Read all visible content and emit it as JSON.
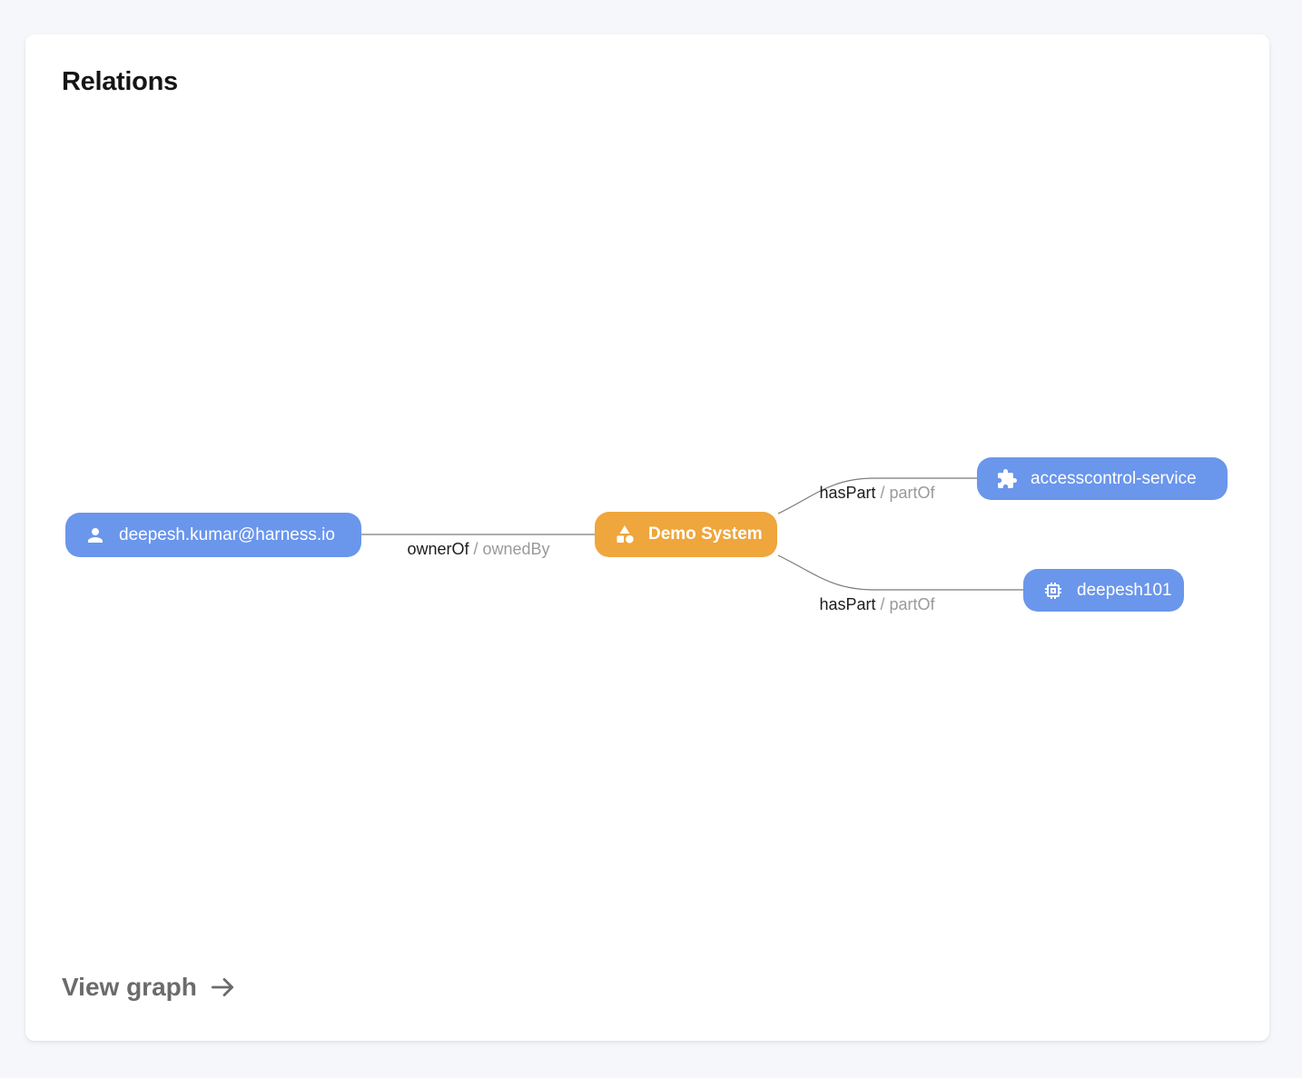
{
  "colors": {
    "background": "#f6f7fb",
    "card_bg": "#ffffff",
    "node_blue": "#6a96ec",
    "node_orange": "#efa63c",
    "node_text": "#ffffff",
    "edge_line": "#7a7a7a",
    "edge_label_dark": "#1d1d1d",
    "edge_label_gray": "#9a9a9a",
    "title_color": "#151515",
    "footer_color": "#6b6b6b"
  },
  "card": {
    "title": "Relations",
    "footer": {
      "label": "View graph",
      "icon": "arrow-right-icon"
    }
  },
  "graph": {
    "nodes": [
      {
        "id": "user",
        "label": "deepesh.kumar@harness.io",
        "icon": "person-icon",
        "color": "blue"
      },
      {
        "id": "system",
        "label": "Demo System",
        "icon": "category-icon",
        "color": "orange"
      },
      {
        "id": "service",
        "label": "accesscontrol-service",
        "icon": "extension-icon",
        "color": "blue"
      },
      {
        "id": "component",
        "label": "deepesh101",
        "icon": "memory-icon",
        "color": "blue"
      }
    ],
    "edges": [
      {
        "from": "user",
        "to": "system",
        "relation": "ownerOf",
        "separator": " / ",
        "inverse": "ownedBy"
      },
      {
        "from": "system",
        "to": "service",
        "relation": "hasPart",
        "separator": " / ",
        "inverse": "partOf"
      },
      {
        "from": "system",
        "to": "component",
        "relation": "hasPart",
        "separator": " / ",
        "inverse": "partOf"
      }
    ]
  }
}
